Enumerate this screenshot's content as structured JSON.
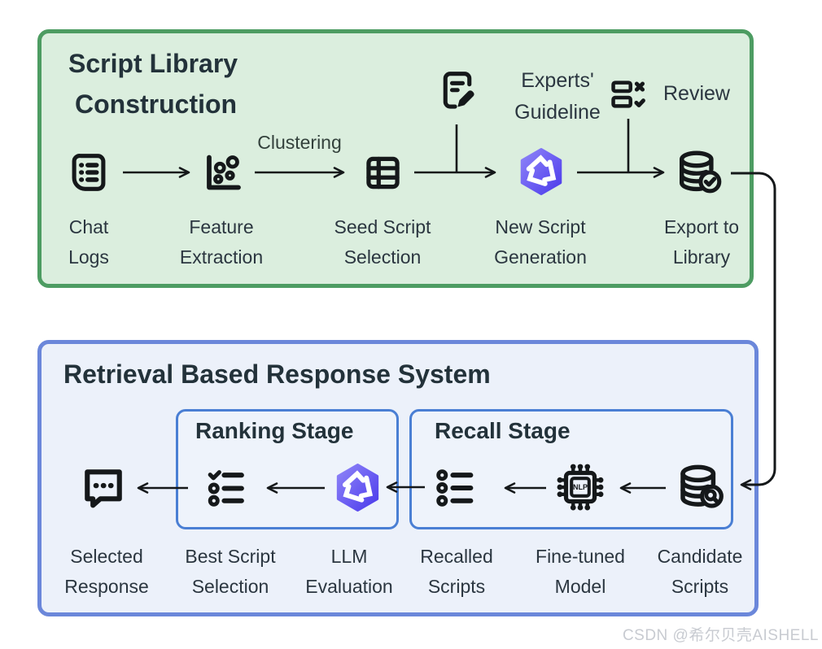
{
  "watermark": "CSDN @希尔贝壳AISHELL",
  "colors": {
    "green_border": "#4d9c62",
    "green_fill": "#dbeede",
    "blue_border": "#6b87da",
    "blue_fill": "#ecf1fa",
    "stage_border": "#4a7fd4",
    "llm_logo_purple": "#5a49ee",
    "ink": "#15181a"
  },
  "top": {
    "title_line1": "Script Library",
    "title_line2": "Construction",
    "edge_label": "Clustering",
    "nodes": [
      {
        "icon": "list-document-icon",
        "l1": "Chat",
        "l2": "Logs"
      },
      {
        "icon": "scatter-plot-icon",
        "l1": "Feature",
        "l2": "Extraction"
      },
      {
        "icon": "table-icon",
        "l1": "Seed Script",
        "l2": "Selection"
      },
      {
        "icon": "llm-logo-icon",
        "l1": "New Script",
        "l2": "Generation"
      },
      {
        "icon": "database-check-icon",
        "l1": "Export to",
        "l2": "Library"
      }
    ],
    "annotations": [
      {
        "icon": "document-edit-icon",
        "l1": "Experts'",
        "l2": "Guideline"
      },
      {
        "icon": "review-checklist-icon",
        "label": "Review"
      }
    ]
  },
  "bottom": {
    "title": "Retrieval Based Response System",
    "nlp_chip_text": "NLP",
    "stages": [
      {
        "title": "Ranking Stage"
      },
      {
        "title": "Recall Stage"
      }
    ],
    "nodes": [
      {
        "icon": "speech-bubble-icon",
        "l1": "Selected",
        "l2": "Response"
      },
      {
        "icon": "ranked-list-icon",
        "l1": "Best Script",
        "l2": "Selection"
      },
      {
        "icon": "llm-logo-icon",
        "l1": "LLM",
        "l2": "Evaluation"
      },
      {
        "icon": "bullet-list-icon",
        "l1": "Recalled",
        "l2": "Scripts"
      },
      {
        "icon": "nlp-chip-icon",
        "l1": "Fine-tuned",
        "l2": "Model"
      },
      {
        "icon": "database-search-icon",
        "l1": "Candidate",
        "l2": "Scripts"
      }
    ]
  }
}
